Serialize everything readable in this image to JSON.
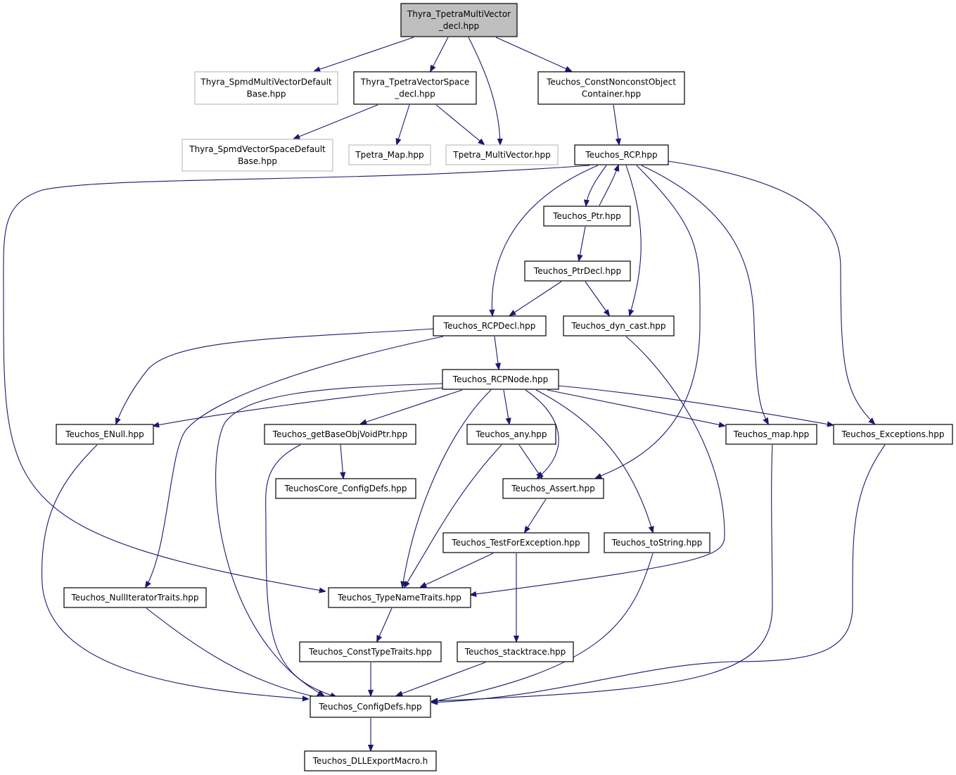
{
  "diagram": {
    "nodes": {
      "root": {
        "lines": [
          "Thyra_TpetraMultiVector",
          "_decl.hpp"
        ],
        "style": "root"
      },
      "spmdmv": {
        "lines": [
          "Thyra_SpmdMultiVectorDefault",
          "Base.hpp"
        ],
        "style": "ext"
      },
      "tvs": {
        "lines": [
          "Thyra_TpetraVectorSpace",
          "_decl.hpp"
        ],
        "style": "normal"
      },
      "cnoc": {
        "lines": [
          "Teuchos_ConstNonconstObject",
          "Container.hpp"
        ],
        "style": "normal"
      },
      "spmdvs": {
        "lines": [
          "Thyra_SpmdVectorSpaceDefault",
          "Base.hpp"
        ],
        "style": "ext"
      },
      "tmap": {
        "lines": [
          "Tpetra_Map.hpp"
        ],
        "style": "ext"
      },
      "tmv": {
        "lines": [
          "Tpetra_MultiVector.hpp"
        ],
        "style": "ext"
      },
      "rcp": {
        "lines": [
          "Teuchos_RCP.hpp"
        ],
        "style": "normal"
      },
      "ptr": {
        "lines": [
          "Teuchos_Ptr.hpp"
        ],
        "style": "normal"
      },
      "ptrdecl": {
        "lines": [
          "Teuchos_PtrDecl.hpp"
        ],
        "style": "normal"
      },
      "rcpdecl": {
        "lines": [
          "Teuchos_RCPDecl.hpp"
        ],
        "style": "normal"
      },
      "dyncast": {
        "lines": [
          "Teuchos_dyn_cast.hpp"
        ],
        "style": "normal"
      },
      "rcpnode": {
        "lines": [
          "Teuchos_RCPNode.hpp"
        ],
        "style": "normal"
      },
      "enull": {
        "lines": [
          "Teuchos_ENull.hpp"
        ],
        "style": "normal"
      },
      "gbovp": {
        "lines": [
          "Teuchos_getBaseObjVoidPtr.hpp"
        ],
        "style": "normal"
      },
      "any": {
        "lines": [
          "Teuchos_any.hpp"
        ],
        "style": "normal"
      },
      "map": {
        "lines": [
          "Teuchos_map.hpp"
        ],
        "style": "normal"
      },
      "exc": {
        "lines": [
          "Teuchos_Exceptions.hpp"
        ],
        "style": "normal"
      },
      "corecfg": {
        "lines": [
          "TeuchosCore_ConfigDefs.hpp"
        ],
        "style": "normal"
      },
      "assert": {
        "lines": [
          "Teuchos_Assert.hpp"
        ],
        "style": "normal"
      },
      "tfe": {
        "lines": [
          "Teuchos_TestForException.hpp"
        ],
        "style": "normal"
      },
      "tostring": {
        "lines": [
          "Teuchos_toString.hpp"
        ],
        "style": "normal"
      },
      "nit": {
        "lines": [
          "Teuchos_NullIteratorTraits.hpp"
        ],
        "style": "normal"
      },
      "tnt": {
        "lines": [
          "Teuchos_TypeNameTraits.hpp"
        ],
        "style": "normal"
      },
      "ctt": {
        "lines": [
          "Teuchos_ConstTypeTraits.hpp"
        ],
        "style": "normal"
      },
      "stack": {
        "lines": [
          "Teuchos_stacktrace.hpp"
        ],
        "style": "normal"
      },
      "cfg": {
        "lines": [
          "Teuchos_ConfigDefs.hpp"
        ],
        "style": "normal"
      },
      "dll": {
        "lines": [
          "Teuchos_DLLExportMacro.h"
        ],
        "style": "normal"
      }
    },
    "edges": [
      [
        "root",
        "spmdmv"
      ],
      [
        "root",
        "tvs"
      ],
      [
        "root",
        "tmv"
      ],
      [
        "root",
        "cnoc"
      ],
      [
        "tvs",
        "spmdvs"
      ],
      [
        "tvs",
        "tmap"
      ],
      [
        "tvs",
        "tmv"
      ],
      [
        "cnoc",
        "rcp"
      ],
      [
        "rcp",
        "ptr"
      ],
      [
        "ptr",
        "rcp"
      ],
      [
        "rcp",
        "rcpdecl"
      ],
      [
        "rcp",
        "dyncast"
      ],
      [
        "rcp",
        "assert"
      ],
      [
        "rcp",
        "map"
      ],
      [
        "rcp",
        "exc"
      ],
      [
        "rcp",
        "tnt"
      ],
      [
        "ptr",
        "ptrdecl"
      ],
      [
        "ptrdecl",
        "rcpdecl"
      ],
      [
        "ptrdecl",
        "dyncast"
      ],
      [
        "rcpdecl",
        "rcpnode"
      ],
      [
        "rcpdecl",
        "enull"
      ],
      [
        "rcpdecl",
        "nit"
      ],
      [
        "dyncast",
        "tnt"
      ],
      [
        "rcpnode",
        "enull"
      ],
      [
        "rcpnode",
        "gbovp"
      ],
      [
        "rcpnode",
        "any"
      ],
      [
        "rcpnode",
        "assert"
      ],
      [
        "rcpnode",
        "map"
      ],
      [
        "rcpnode",
        "exc"
      ],
      [
        "rcpnode",
        "tostring"
      ],
      [
        "rcpnode",
        "tnt"
      ],
      [
        "rcpnode",
        "cfg"
      ],
      [
        "gbovp",
        "corecfg"
      ],
      [
        "gbovp",
        "cfg"
      ],
      [
        "any",
        "assert"
      ],
      [
        "any",
        "tnt"
      ],
      [
        "assert",
        "tfe"
      ],
      [
        "tfe",
        "tnt"
      ],
      [
        "tfe",
        "stack"
      ],
      [
        "tostring",
        "cfg"
      ],
      [
        "enull",
        "cfg"
      ],
      [
        "nit",
        "cfg"
      ],
      [
        "map",
        "cfg"
      ],
      [
        "exc",
        "cfg"
      ],
      [
        "tnt",
        "ctt"
      ],
      [
        "ctt",
        "cfg"
      ],
      [
        "stack",
        "cfg"
      ],
      [
        "cfg",
        "dll"
      ]
    ]
  }
}
